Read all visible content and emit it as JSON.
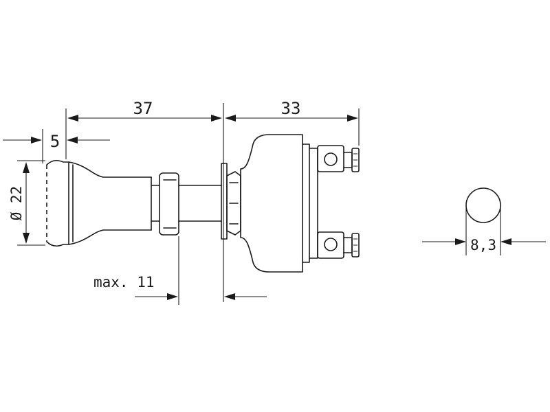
{
  "drawing": {
    "dimensions": {
      "overall_front": "37",
      "overall_rear": "33",
      "knob_width": "5",
      "knob_diameter": "Ø 22",
      "panel_thickness": "max. 11",
      "mounting_hole": "8,3"
    }
  }
}
